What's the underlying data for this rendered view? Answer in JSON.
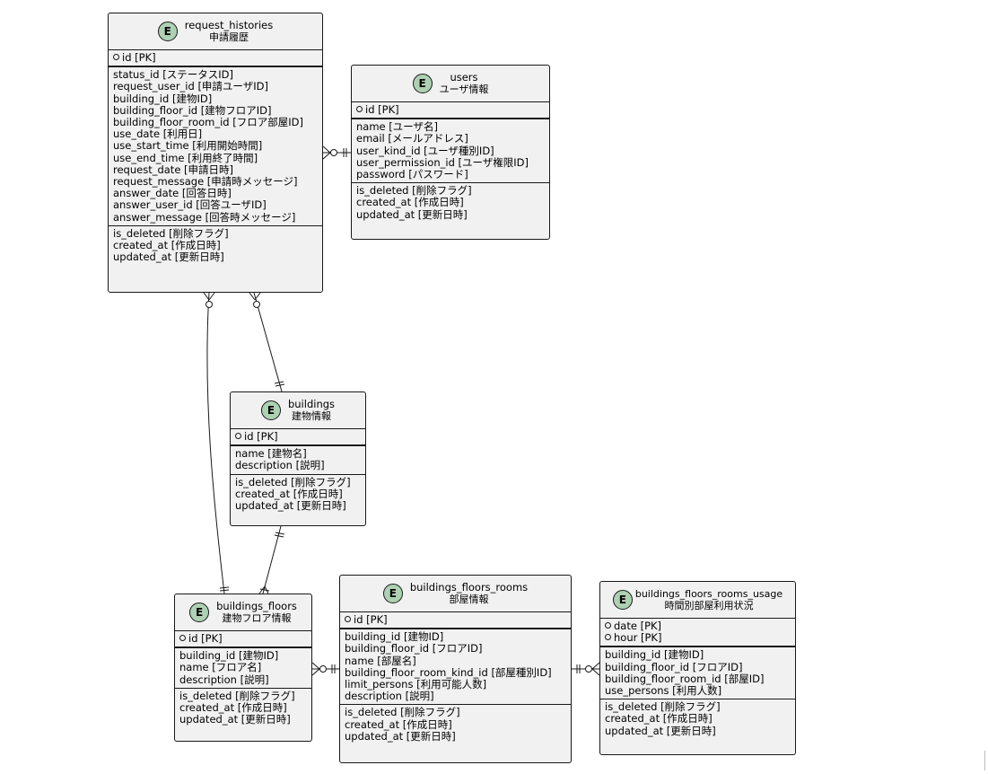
{
  "entities": {
    "request_histories": {
      "badge": "E",
      "name": "request_histories",
      "label": "申請履歴",
      "pk": [
        "id [PK]"
      ],
      "columns": [
        "status_id [ステータスID]",
        "request_user_id [申請ユーザID]",
        "building_id [建物ID]",
        "building_floor_id [建物フロアID]",
        "building_floor_room_id [フロア部屋ID]",
        "use_date [利用日]",
        "use_start_time [利用開始時間]",
        "use_end_time [利用終了時間]",
        "request_date [申請日時]",
        "request_message [申請時メッセージ]",
        "answer_date [回答日時]",
        "answer_user_id [回答ユーザID]",
        "answer_message [回答時メッセージ]"
      ],
      "meta": [
        "is_deleted [削除フラグ]",
        "created_at [作成日時]",
        "updated_at [更新日時]"
      ]
    },
    "users": {
      "badge": "E",
      "name": "users",
      "label": "ユーザ情報",
      "pk": [
        "id [PK]"
      ],
      "columns": [
        "name [ユーザ名]",
        "email [メールアドレス]",
        "user_kind_id [ユーザ種別ID]",
        "user_permission_id [ユーザ権限ID]",
        "password [パスワード]"
      ],
      "meta": [
        "is_deleted [削除フラグ]",
        "created_at [作成日時]",
        "updated_at [更新日時]"
      ]
    },
    "buildings": {
      "badge": "E",
      "name": "buildings",
      "label": "建物情報",
      "pk": [
        "id [PK]"
      ],
      "columns": [
        "name [建物名]",
        "description [説明]"
      ],
      "meta": [
        "is_deleted [削除フラグ]",
        "created_at [作成日時]",
        "updated_at [更新日時]"
      ]
    },
    "buildings_floors": {
      "badge": "E",
      "name": "buildings_floors",
      "label": "建物フロア情報",
      "pk": [
        "id [PK]"
      ],
      "columns": [
        "building_id [建物ID]",
        "name [フロア名]",
        "description [説明]"
      ],
      "meta": [
        "is_deleted [削除フラグ]",
        "created_at [作成日時]",
        "updated_at [更新日時]"
      ]
    },
    "buildings_floors_rooms": {
      "badge": "E",
      "name": "buildings_floors_rooms",
      "label": "部屋情報",
      "pk": [
        "id [PK]"
      ],
      "columns": [
        "building_id [建物ID]",
        "building_floor_id [フロアID]",
        "name [部屋名]",
        "building_floor_room_kind_id [部屋種別ID]",
        "limit_persons [利用可能人数]",
        "description [説明]"
      ],
      "meta": [
        "is_deleted [削除フラグ]",
        "created_at [作成日時]",
        "updated_at [更新日時]"
      ]
    },
    "buildings_floors_rooms_usage": {
      "badge": "E",
      "name": "buildings_floors_rooms_usage",
      "label": "時間別部屋利用状況",
      "pk": [
        "date [PK]",
        "hour [PK]"
      ],
      "columns": [
        "building_id [建物ID]",
        "building_floor_id [フロアID]",
        "building_floor_room_id [部屋ID]",
        "use_persons [利用人数]"
      ],
      "meta": [
        "is_deleted [削除フラグ]",
        "created_at [作成日時]",
        "updated_at [更新日時]"
      ]
    }
  },
  "relationships": [
    {
      "from": "request_histories",
      "to": "users",
      "from_end": "zero-or-many",
      "to_end": "exactly-one"
    },
    {
      "from": "request_histories",
      "to": "buildings_floors",
      "from_end": "zero-or-many",
      "to_end": "exactly-one"
    },
    {
      "from": "request_histories",
      "to": "buildings",
      "from_end": "zero-or-many",
      "to_end": "exactly-one"
    },
    {
      "from": "buildings",
      "to": "buildings_floors",
      "from_end": "exactly-one",
      "to_end": "one-or-many"
    },
    {
      "from": "buildings_floors",
      "to": "buildings_floors_rooms",
      "from_end": "zero-or-many",
      "to_end": "exactly-one"
    },
    {
      "from": "buildings_floors_rooms",
      "to": "buildings_floors_rooms_usage",
      "from_end": "exactly-one",
      "to_end": "zero-or-many"
    }
  ],
  "colors": {
    "entity_fill": "#f1f1f1",
    "border": "#181818",
    "badge_fill": "#add1b2"
  }
}
